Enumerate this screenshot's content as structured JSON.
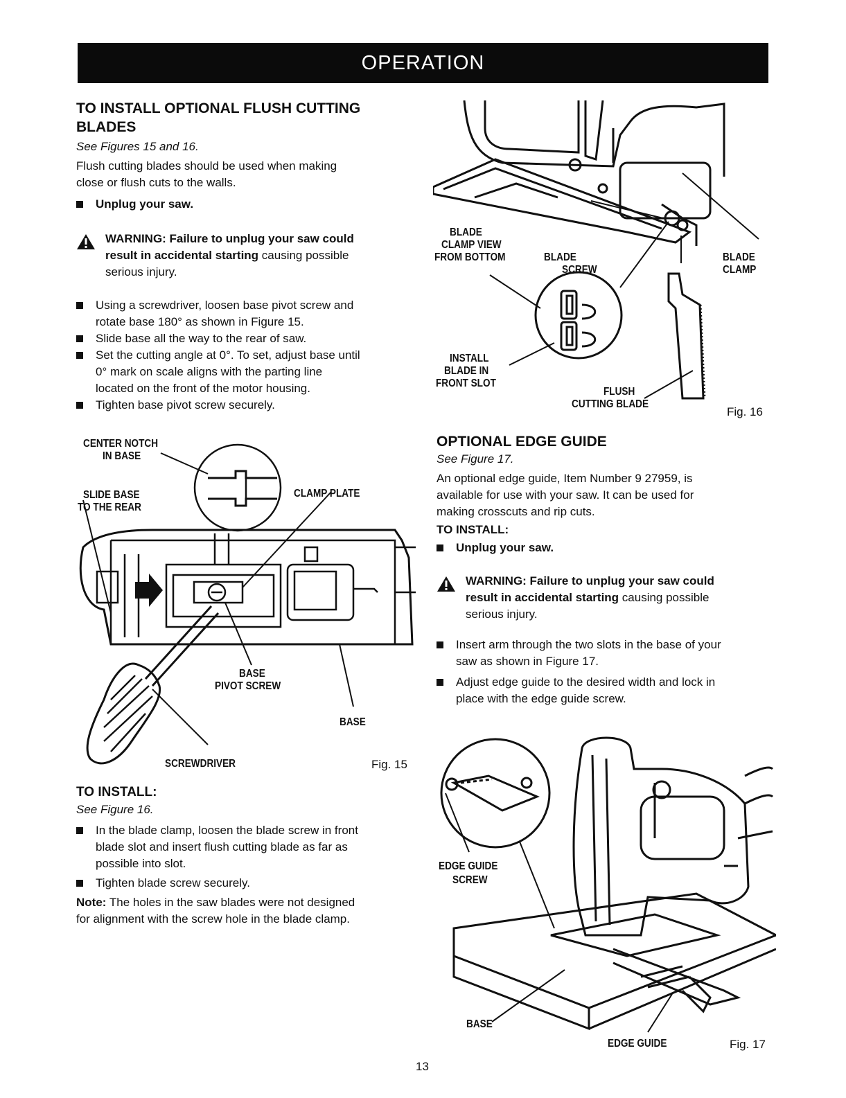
{
  "header": {
    "title": "OPERATION"
  },
  "flush": {
    "heading_l1": "TO INSTALL OPTIONAL FLUSH CUTTING",
    "heading_l2": "BLADES",
    "see": "See Figures 15 and 16.",
    "intro_l1": "Flush cutting blades should be used when making",
    "intro_l2": "close or flush cuts to the walls.",
    "unplug": "Unplug your saw.",
    "warn_bold_l1": "WARNING: Failure to unplug your saw could",
    "warn_bold_l2": "result in accidental starting",
    "warn_rest_l2": " causing possible",
    "warn_l3": "serious injury.",
    "b1_l1": "Using a screwdriver, loosen base pivot screw and",
    "b1_l2": "rotate base 180° as shown in Figure 15.",
    "b2_l1": "Slide base all the way to the rear of saw.",
    "b3_l1": "Set the cutting angle at 0°. To set, adjust base until",
    "b3_l2": "0° mark on scale aligns with the parting line",
    "b3_l3": "located on the front of the motor housing.",
    "b4_l1": "Tighten base pivot screw securely."
  },
  "fig15": {
    "center_notch_l1": "CENTER NOTCH",
    "center_notch_l2": "IN BASE",
    "slide_base_l1": "SLIDE BASE",
    "slide_base_l2": "TO THE REAR",
    "clamp_plate": "CLAMP PLATE",
    "base_pivot_l1": "BASE",
    "base_pivot_l2": "PIVOT SCREW",
    "base": "BASE",
    "screwdriver": "SCREWDRIVER",
    "figno": "Fig. 15"
  },
  "install16": {
    "heading": "TO INSTALL:",
    "see": "See Figure 16.",
    "b1_l1": "In the blade clamp, loosen the blade screw in front",
    "b1_l2": "blade slot and insert flush cutting blade as far as",
    "b1_l3": "possible into slot.",
    "b2_l1": "Tighten blade screw securely.",
    "note_label": "Note:",
    "note_l1": " The holes in the saw blades were not designed",
    "note_l2": "for alignment with the screw hole in the blade clamp."
  },
  "fig16": {
    "clamp_view_l1": "BLADE",
    "clamp_view_l2": "CLAMP VIEW",
    "clamp_view_l3": "FROM BOTTOM",
    "blade_screw_l1": "BLADE",
    "blade_screw_l2": "SCREW",
    "blade_clamp_l1": "BLADE",
    "blade_clamp_l2": "CLAMP",
    "install_l1": "INSTALL",
    "install_l2": "BLADE IN",
    "install_l3": "FRONT SLOT",
    "flush_l1": "FLUSH",
    "flush_l2": "CUTTING BLADE",
    "figno": "Fig. 16"
  },
  "edge": {
    "heading": "OPTIONAL EDGE GUIDE",
    "see": "See Figure 17.",
    "p_l1": "An optional edge guide, Item Number 9 27959, is",
    "p_l2": "available for use with your saw. It can be used for",
    "p_l3": "making crosscuts and rip cuts.",
    "install_heading": "TO INSTALL:",
    "unplug": "Unplug your saw.",
    "warn_bold_l1": "WARNING: Failure to unplug your saw could",
    "warn_bold_l2": "result in accidental starting",
    "warn_rest_l2": " causing possible",
    "warn_l3": "serious injury.",
    "b1_l1": "Insert arm through the two slots in the base of your",
    "b1_l2": "saw as shown in Figure 17.",
    "b2_l1": "Adjust edge guide to the desired width and lock in",
    "b2_l2": "place with the edge guide screw."
  },
  "fig17": {
    "edge_screw_l1": "EDGE GUIDE",
    "edge_screw_l2": "SCREW",
    "base": "BASE",
    "edge_guide": "EDGE GUIDE",
    "figno": "Fig. 17"
  },
  "page_number": "13"
}
